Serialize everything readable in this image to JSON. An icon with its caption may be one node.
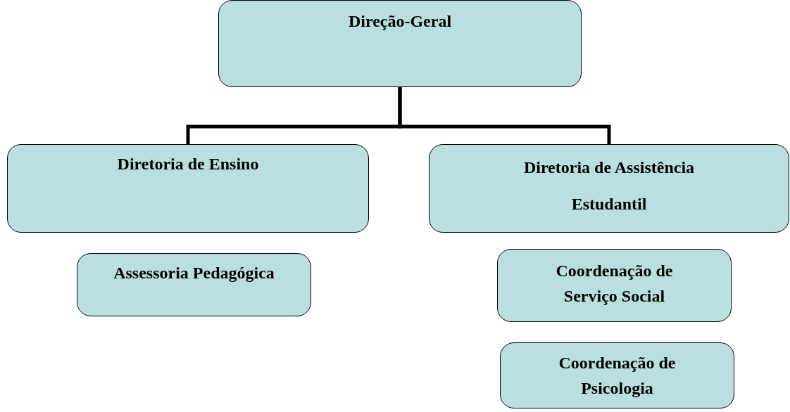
{
  "diagram": {
    "nodes": [
      {
        "text": [
          "Direção-Geral"
        ]
      },
      {
        "text": [
          "Diretoria de Ensino"
        ]
      },
      {
        "text": [
          "Diretoria de Assistência Estudantil"
        ]
      },
      {
        "text": [
          "Assessoria Pedagógica"
        ]
      },
      {
        "text": [
          "Coordenação de Serviço Social"
        ]
      },
      {
        "text": [
          "Coordenação de Psicologia"
        ]
      }
    ],
    "edges": [
      {
        "from": 0,
        "to": 1,
        "arrow": "none"
      },
      {
        "from": 0,
        "to": 2,
        "arrow": "none"
      }
    ]
  }
}
